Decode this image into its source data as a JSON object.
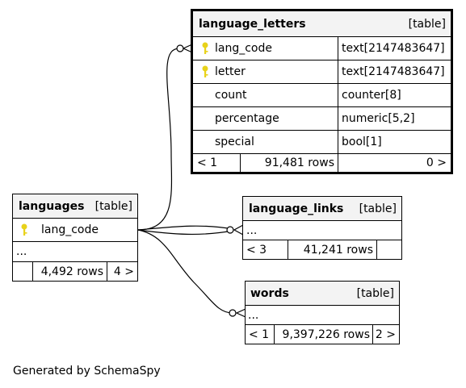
{
  "tables": {
    "language_letters": {
      "name": "language_letters",
      "kind": "[table]",
      "columns": [
        {
          "name": "lang_code",
          "type": "text[2147483647]",
          "key": true
        },
        {
          "name": "letter",
          "type": "text[2147483647]",
          "key": true
        },
        {
          "name": "count",
          "type": "counter[8]",
          "key": false
        },
        {
          "name": "percentage",
          "type": "numeric[5,2]",
          "key": false
        },
        {
          "name": "special",
          "type": "bool[1]",
          "key": false
        }
      ],
      "parents": "< 1",
      "rows": "91,481 rows",
      "children": "0 >"
    },
    "languages": {
      "name": "languages",
      "kind": "[table]",
      "columns": [
        {
          "name": "lang_code",
          "key": true
        }
      ],
      "ellipsis": "...",
      "rows": "4,492 rows",
      "children": "4 >"
    },
    "language_links": {
      "name": "language_links",
      "kind": "[table]",
      "ellipsis": "...",
      "parents": "< 3",
      "rows": "41,241 rows"
    },
    "words": {
      "name": "words",
      "kind": "[table]",
      "ellipsis": "...",
      "parents": "< 1",
      "rows": "9,397,226 rows",
      "children": "2 >"
    }
  },
  "footer": "Generated by SchemaSpy",
  "colors": {
    "header_bg": "#f3f3f3",
    "key_icon": "#e8d21a",
    "line": "#000000"
  }
}
